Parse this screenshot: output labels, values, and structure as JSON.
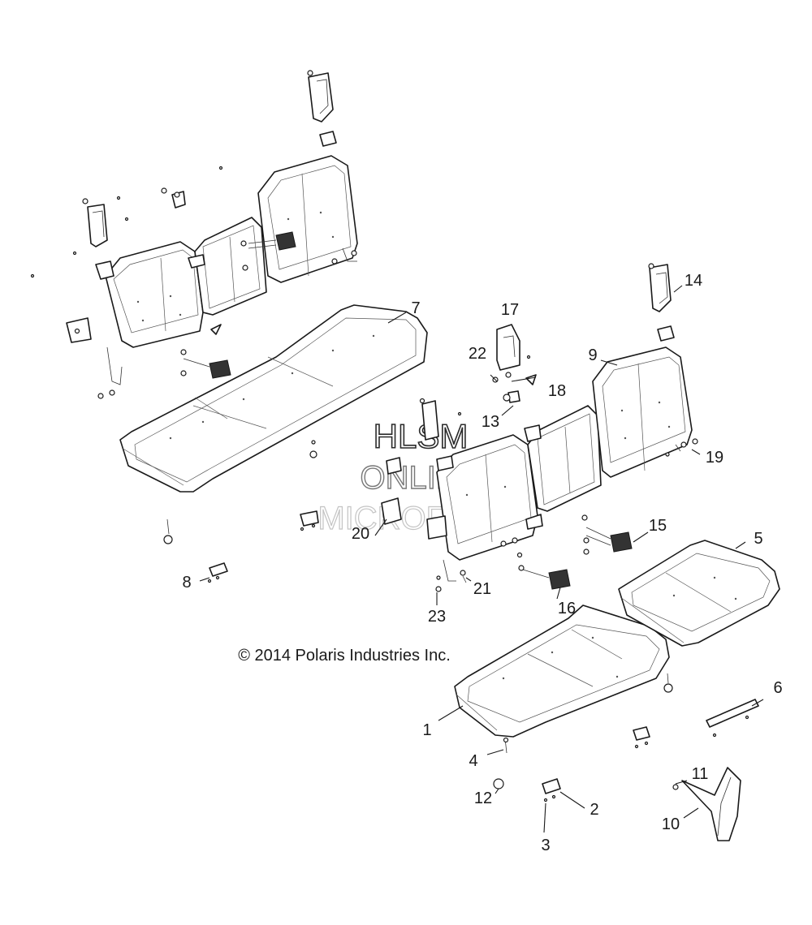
{
  "watermark": {
    "line1": "HLSM",
    "line2": "ONLINE",
    "line3": "MICROFICHE"
  },
  "copyright": "© 2014 Polaris Industries Inc.",
  "callouts": [
    "1",
    "2",
    "3",
    "4",
    "5",
    "6",
    "7",
    "8",
    "9",
    "10",
    "11",
    "12",
    "13",
    "14",
    "15",
    "16",
    "17",
    "18",
    "19",
    "20",
    "21",
    "22",
    "23"
  ]
}
